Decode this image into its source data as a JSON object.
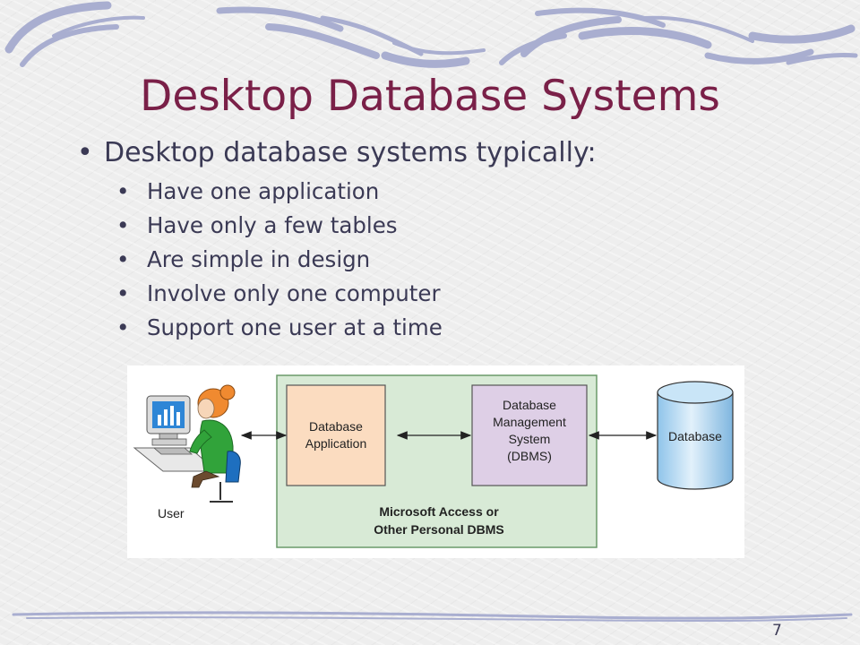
{
  "slide": {
    "title": "Desktop Database Systems",
    "main_bullet": "Desktop database systems typically:",
    "sub_bullets": [
      "Have one application",
      "Have only a few tables",
      "Are simple in design",
      "Involve only one computer",
      "Support one user at a time"
    ],
    "page_number": "7"
  },
  "diagram": {
    "user_label": "User",
    "app_label_line1": "Database",
    "app_label_line2": "Application",
    "dbms_label_line1": "Database",
    "dbms_label_line2": "Management",
    "dbms_label_line3": "System",
    "dbms_label_line4": "(DBMS)",
    "container_label_line1": "Microsoft Access or",
    "container_label_line2": "Other Personal DBMS",
    "database_label": "Database"
  },
  "colors": {
    "title": "#7a2048",
    "body_text": "#3b3a55",
    "container_fill": "#d8ead6",
    "app_fill": "#fbdcc0",
    "dbms_fill": "#decfe6",
    "cylinder_fill": "#bcdcf2",
    "decoration": "#a9aed0"
  }
}
